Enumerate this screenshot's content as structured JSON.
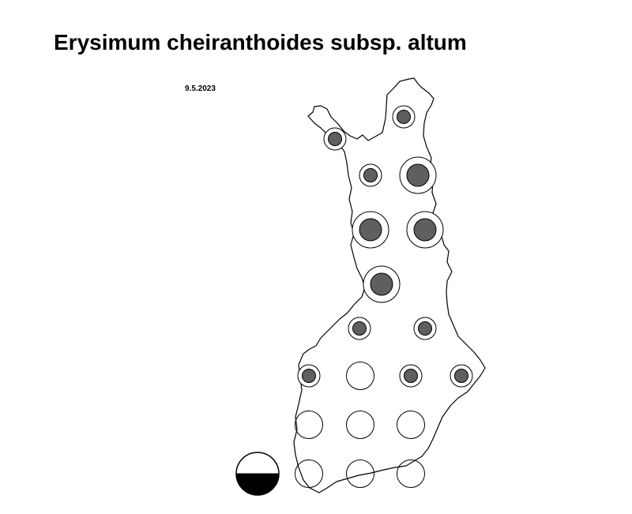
{
  "title": "Erysimum cheiranthoides subsp. altum",
  "date": "9.5.2023",
  "colors": {
    "background": "#ffffff",
    "outline": "#000000",
    "filled_dot": "#5f5f5f",
    "legend_fill": "#000000"
  },
  "legend": {
    "symbol": "half-filled-circle"
  },
  "grid_points": [
    {
      "row": 1,
      "col": 3.0,
      "observed": true,
      "strength": "small"
    },
    {
      "row": 2,
      "col": 1.5,
      "observed": true,
      "strength": "small"
    },
    {
      "row": 3,
      "col": 2.0,
      "observed": true,
      "strength": "small"
    },
    {
      "row": 3,
      "col": 3.0,
      "observed": true,
      "strength": "large"
    },
    {
      "row": 4,
      "col": 2.0,
      "observed": true,
      "strength": "large"
    },
    {
      "row": 4,
      "col": 3.0,
      "observed": true,
      "strength": "large"
    },
    {
      "row": 5,
      "col": 2.5,
      "observed": true,
      "strength": "large"
    },
    {
      "row": 6,
      "col": 2.0,
      "observed": true,
      "strength": "small"
    },
    {
      "row": 6,
      "col": 3.0,
      "observed": true,
      "strength": "small"
    },
    {
      "row": 7,
      "col": 1.0,
      "observed": true,
      "strength": "small"
    },
    {
      "row": 7,
      "col": 2.0,
      "observed": false
    },
    {
      "row": 7,
      "col": 3.0,
      "observed": true,
      "strength": "small"
    },
    {
      "row": 7,
      "col": 4.0,
      "observed": true,
      "strength": "small"
    },
    {
      "row": 8,
      "col": 1.0,
      "observed": false
    },
    {
      "row": 8,
      "col": 2.0,
      "observed": false
    },
    {
      "row": 8,
      "col": 3.0,
      "observed": false
    },
    {
      "row": 9,
      "col": 1.0,
      "observed": false
    },
    {
      "row": 9,
      "col": 2.0,
      "observed": false
    },
    {
      "row": 9,
      "col": 3.0,
      "observed": false
    }
  ]
}
